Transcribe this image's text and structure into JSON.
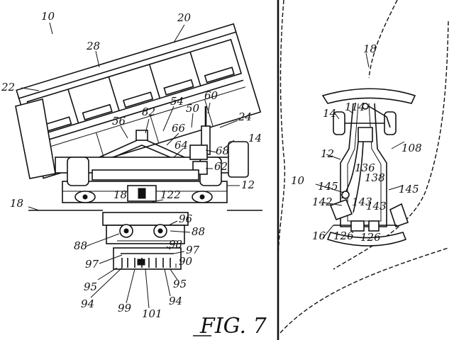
{
  "figure_label": "FIG. 7",
  "left_labels": {
    "l10": "10",
    "l20": "20",
    "l28": "28",
    "l22": "22",
    "l82": "82",
    "l54": "54",
    "l60": "60",
    "l50": "50",
    "l24": "24",
    "l56": "56",
    "l66": "66",
    "l64": "64",
    "l68": "68",
    "l14": "14",
    "l62": "62",
    "l12": "12",
    "l18a": "18",
    "l122": "122",
    "l18b": "18",
    "l96": "96",
    "l88a": "88",
    "l88b": "88",
    "l98": "98",
    "l97a": "97",
    "l97b": "97",
    "l90": "90",
    "l95a": "95",
    "l95b": "95",
    "l94a": "94",
    "l94b": "94",
    "l99": "99",
    "l101": "101"
  },
  "right_labels": {
    "r18": "18",
    "r14": "14",
    "r114": "114",
    "r12": "12",
    "r108": "108",
    "r10": "10",
    "r145a": "145",
    "r145b": "145",
    "r142": "142",
    "r136": "136",
    "r138": "138",
    "r143a": "143",
    "r143b": "143",
    "r16": "16",
    "r126a": "126",
    "r126b": "126"
  }
}
